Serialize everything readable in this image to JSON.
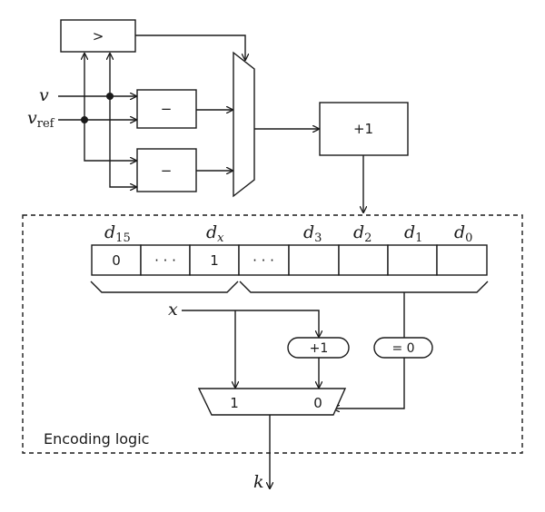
{
  "blocks": {
    "comparator": ">",
    "sub_top": "−",
    "sub_bottom": "−",
    "adder": "+1",
    "inc": "+1",
    "zero_test": "= 0"
  },
  "signals": {
    "v": "v",
    "vref_main": "v",
    "vref_sub": "ref",
    "x": "x",
    "k": "k"
  },
  "register": {
    "headers": [
      {
        "main": "d",
        "sub": "15"
      },
      {
        "main": "d",
        "sub": "x"
      },
      {
        "main": "d",
        "sub": "3"
      },
      {
        "main": "d",
        "sub": "2"
      },
      {
        "main": "d",
        "sub": "1"
      },
      {
        "main": "d",
        "sub": "0"
      }
    ],
    "cells": [
      "0",
      "· · ·",
      "1",
      "· · ·",
      "",
      "",
      "",
      ""
    ]
  },
  "mux_labels": {
    "left": "1",
    "right": "0"
  },
  "region_label": "Encoding logic"
}
